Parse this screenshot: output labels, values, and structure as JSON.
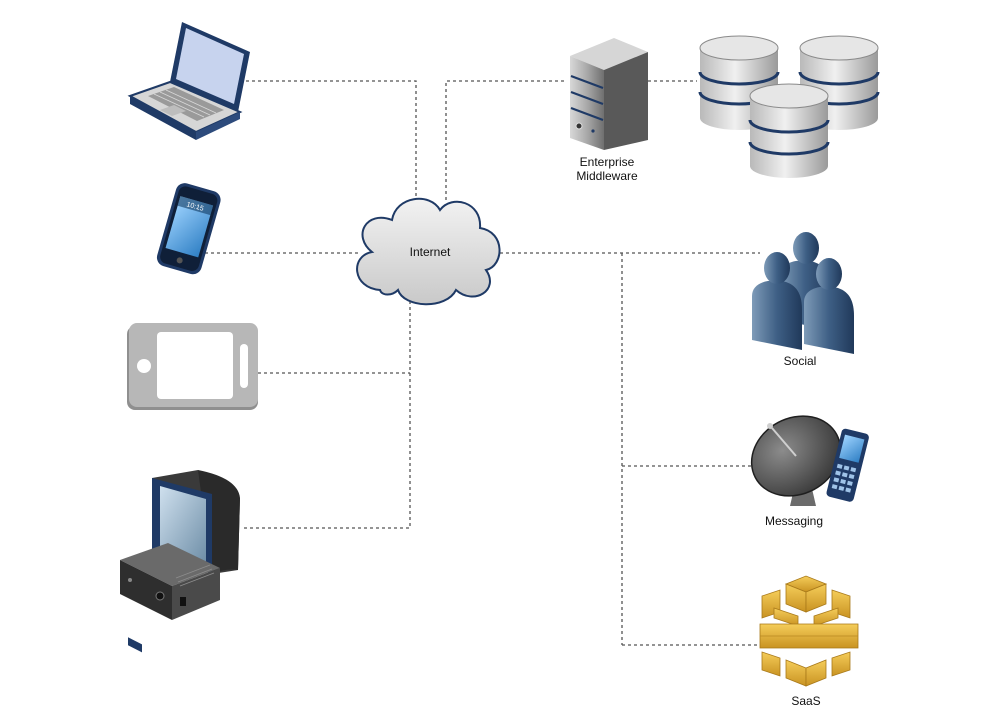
{
  "diagram": {
    "nodes": {
      "laptop": {
        "icon": "laptop-icon"
      },
      "phone": {
        "icon": "smartphone-icon",
        "screen_time": "10:15"
      },
      "tablet": {
        "icon": "tablet-icon"
      },
      "tv": {
        "icon": "tv-set-top-box-icon"
      },
      "internet": {
        "label": "Internet",
        "icon": "cloud-icon"
      },
      "middleware": {
        "label": "Enterprise\nMiddleware",
        "icon": "server-icon"
      },
      "databases": {
        "icon": "database-cluster-icon"
      },
      "social": {
        "label": "Social",
        "icon": "people-group-icon"
      },
      "messaging": {
        "label": "Messaging",
        "icon": "satellite-dish-phone-icon"
      },
      "saas": {
        "label": "SaaS",
        "icon": "boxes-icon"
      }
    },
    "colors": {
      "connector": "#555555",
      "navy": "#1f3a66",
      "saas_gold": "#e5b23a",
      "cloud": "#d0d0d0"
    }
  }
}
